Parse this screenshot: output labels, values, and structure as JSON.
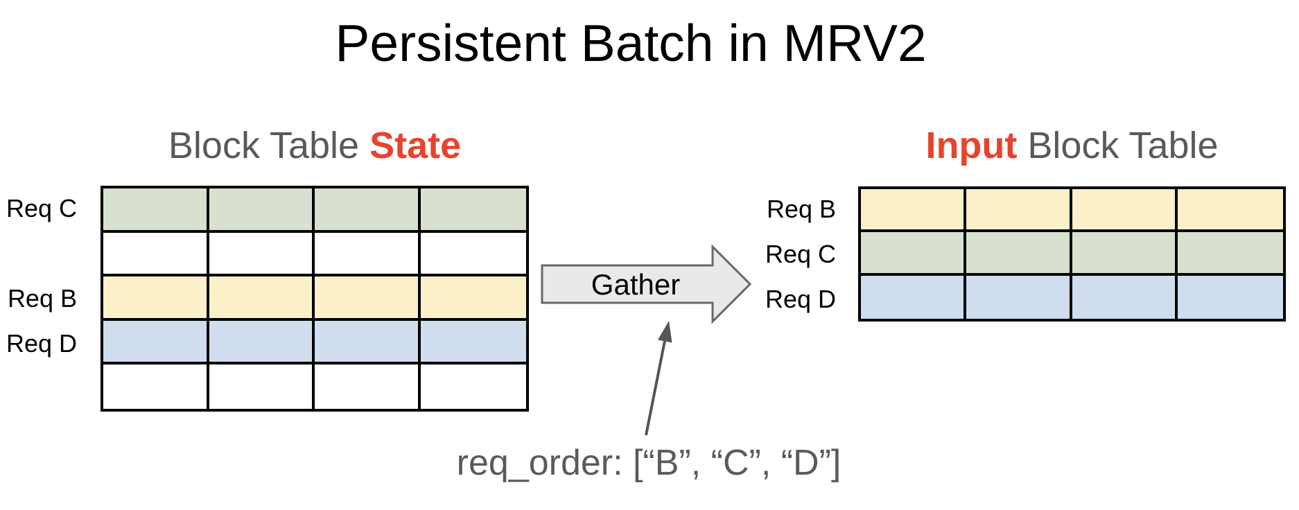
{
  "title": "Persistent Batch in MRV2",
  "colors": {
    "accent_red": "#e8432c",
    "heading_gray": "#595959",
    "annotation_gray": "#5a5a5a",
    "cell_green": "#d8e1cf",
    "cell_yellow": "#fcf0c8",
    "cell_blue": "#cfddee",
    "cell_white": "#ffffff",
    "table_border": "#000000",
    "arrow_fill": "#e9e9e9",
    "arrow_stroke": "#666666",
    "annotation_arrow": "#555555"
  },
  "left_section": {
    "heading": {
      "prefix": "Block Table ",
      "accent": "State"
    },
    "table": {
      "columns": 4,
      "rows": [
        {
          "label": "Req C",
          "color_key": "cell_green"
        },
        {
          "label": "",
          "color_key": "cell_white"
        },
        {
          "label": "Req B",
          "color_key": "cell_yellow"
        },
        {
          "label": "Req D",
          "color_key": "cell_blue"
        },
        {
          "label": "",
          "color_key": "cell_white"
        }
      ]
    }
  },
  "gather_arrow": {
    "label": "Gather"
  },
  "right_section": {
    "heading": {
      "accent": "Input",
      "suffix": " Block Table"
    },
    "table": {
      "columns": 4,
      "rows": [
        {
          "label": "Req B",
          "color_key": "cell_yellow"
        },
        {
          "label": "Req C",
          "color_key": "cell_green"
        },
        {
          "label": "Req D",
          "color_key": "cell_blue"
        }
      ]
    }
  },
  "annotation": {
    "text": "req_order: [“B”, “C”, “D”]"
  }
}
